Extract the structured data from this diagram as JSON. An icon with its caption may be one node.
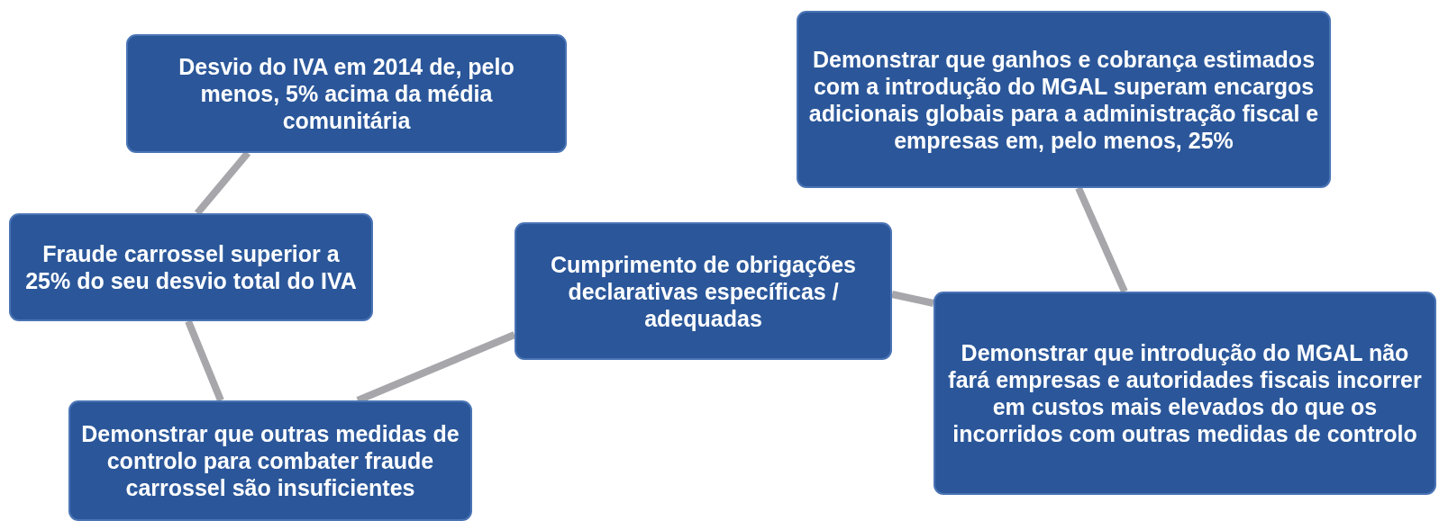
{
  "diagram": {
    "nodes": [
      {
        "text": [
          "Desvio do IVA em 2014 de, pelo menos, 5% acima da média comunitária"
        ]
      },
      {
        "text": [
          "Demonstrar que ganhos e cobrança estimados com a introdução do MGAL superam encargos adicionais globais para a administração fiscal e empresas em, pelo menos, 25%"
        ]
      },
      {
        "text": [
          "Fraude carrossel superior a 25% do seu desvio total do IVA"
        ]
      },
      {
        "text": [
          "Cumprimento de obrigações declarativas específicas / adequadas"
        ]
      },
      {
        "text": [
          "Demonstrar que introdução do MGAL não fará empresas e autoridades fiscais incorrer em custos mais elevados do que os incorridos com outras medidas de controlo"
        ]
      },
      {
        "text": [
          "Demonstrar que outras medidas de controlo para combater fraude carrossel são insuficientes"
        ]
      }
    ],
    "edges": [
      {
        "from": 0,
        "to": 2,
        "arrow": "none"
      },
      {
        "from": 1,
        "to": 4,
        "arrow": "none"
      },
      {
        "from": 2,
        "to": 5,
        "arrow": "none"
      },
      {
        "from": 3,
        "to": 5,
        "arrow": "none"
      },
      {
        "from": 3,
        "to": 4,
        "arrow": "none"
      }
    ]
  }
}
